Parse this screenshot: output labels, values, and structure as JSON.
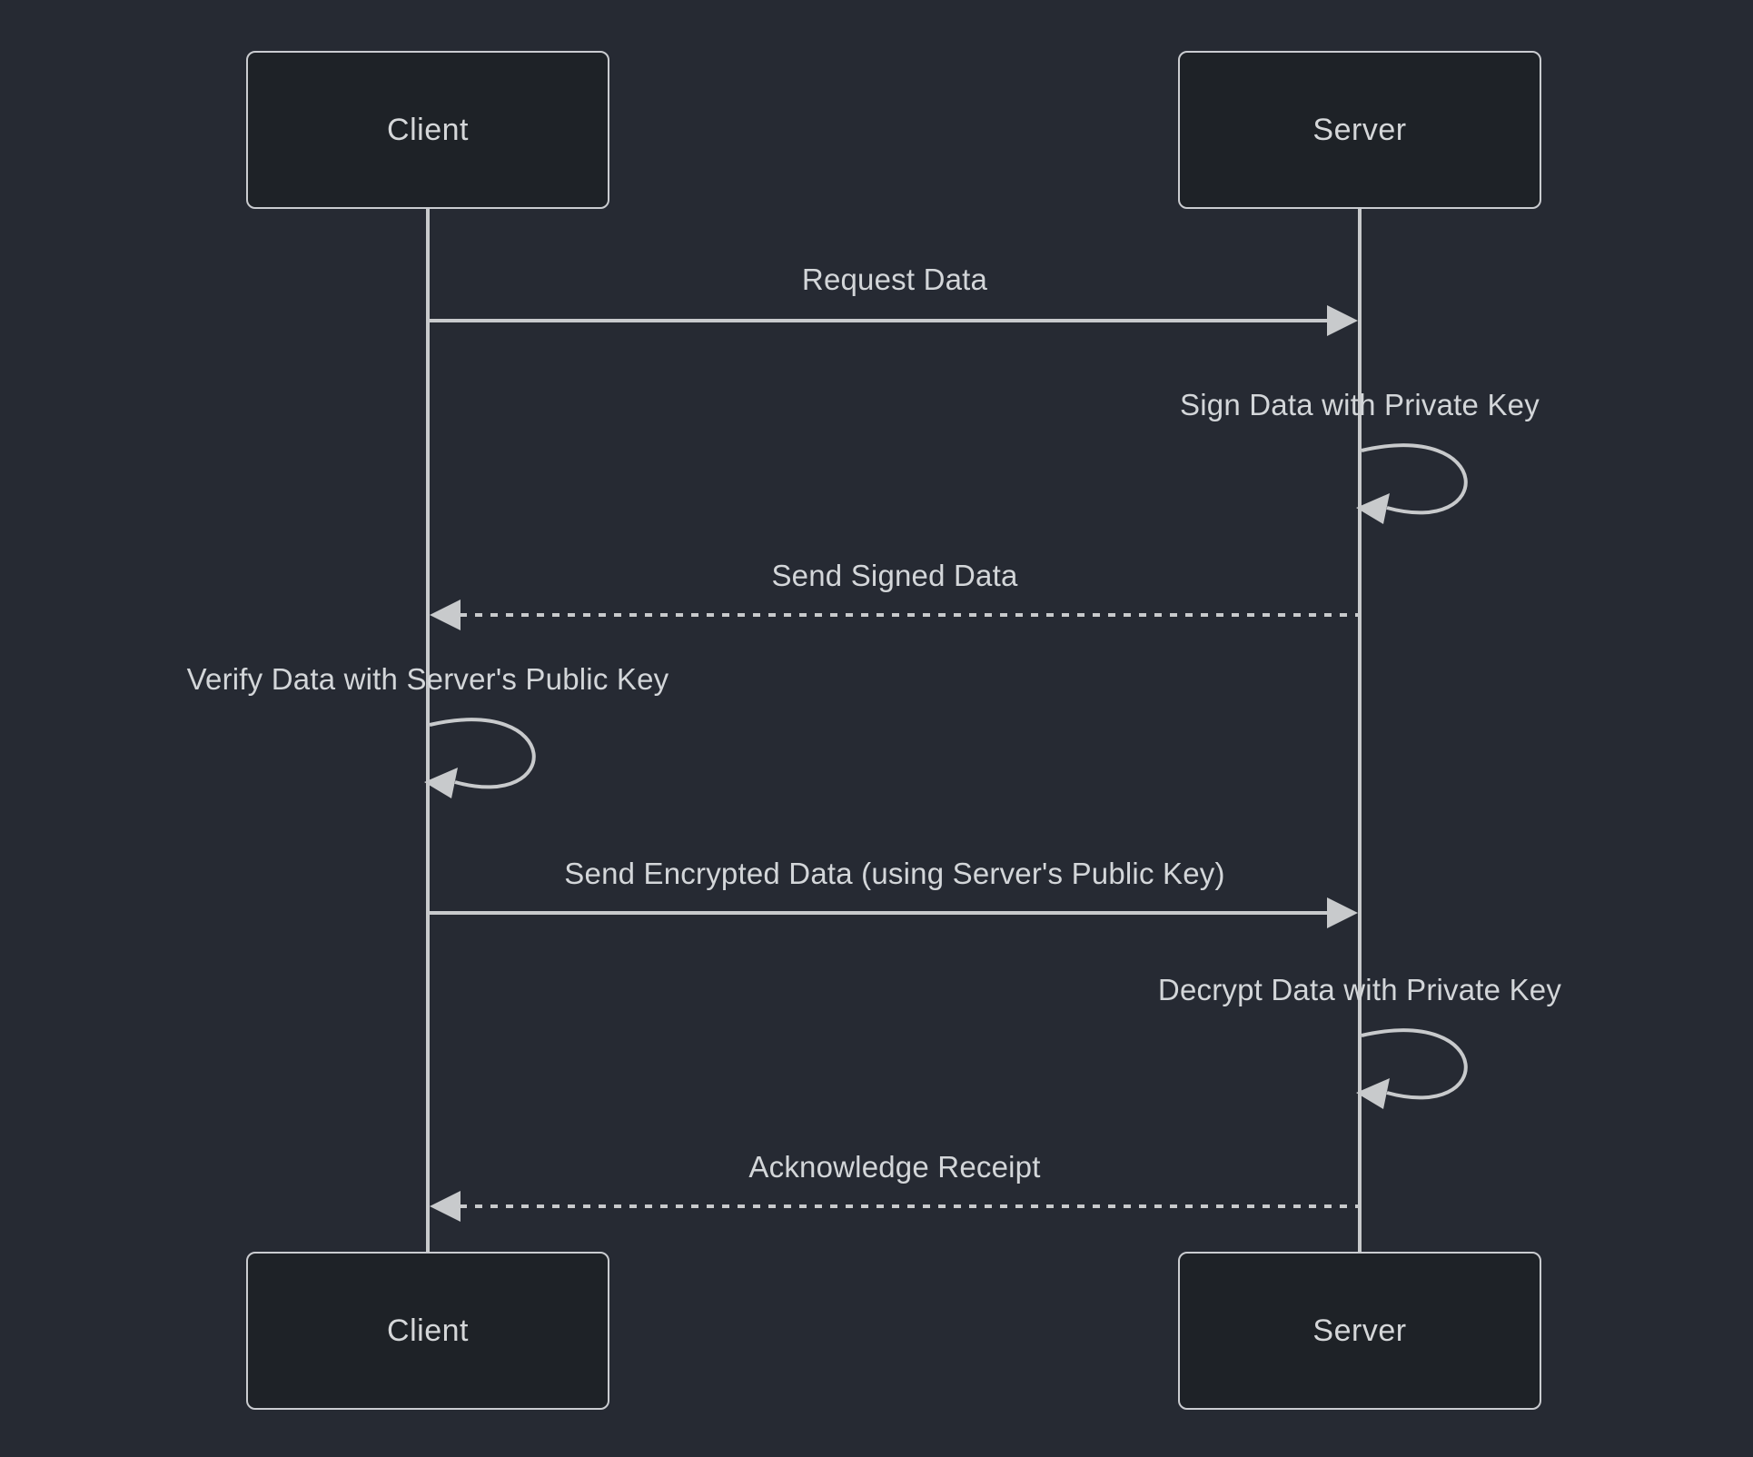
{
  "diagram": {
    "kind": "sequence-diagram",
    "background_color": "#262a33",
    "node_fill_color": "#1e2227",
    "node_border_color": "#caccd0",
    "line_color": "#c8cacc",
    "text_color": "#d3d6d9",
    "actors": {
      "client": {
        "label": "Client"
      },
      "server": {
        "label": "Server"
      }
    },
    "messages": [
      {
        "text": "Request Data",
        "from": "Client",
        "to": "Server",
        "style": "solid-arrow"
      },
      {
        "text": "Sign Data with Private Key",
        "actor": "Server",
        "style": "self-loop"
      },
      {
        "text": "Send Signed Data",
        "from": "Server",
        "to": "Client",
        "style": "dashed-arrow"
      },
      {
        "text": "Verify Data with Server's Public Key",
        "actor": "Client",
        "style": "self-loop"
      },
      {
        "text": "Send Encrypted Data (using Server's Public Key)",
        "from": "Client",
        "to": "Server",
        "style": "solid-arrow"
      },
      {
        "text": "Decrypt Data with Private Key",
        "actor": "Server",
        "style": "self-loop"
      },
      {
        "text": "Acknowledge Receipt",
        "from": "Server",
        "to": "Client",
        "style": "dashed-arrow"
      }
    ]
  }
}
